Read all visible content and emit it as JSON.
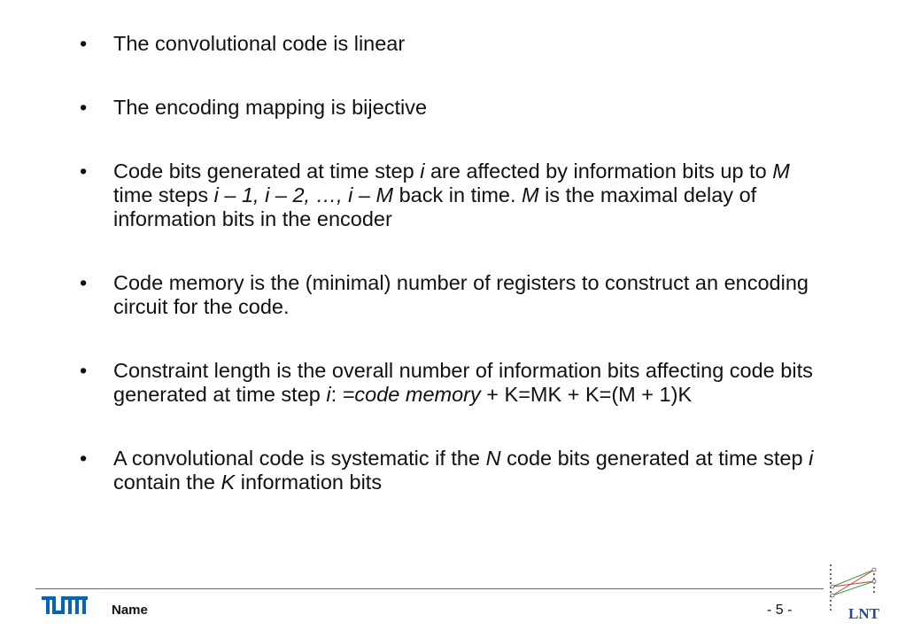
{
  "bullets": [
    {
      "id": "b1",
      "parts": [
        {
          "t": "The convolutional code is linear"
        }
      ]
    },
    {
      "id": "b2",
      "parts": [
        {
          "t": "The encoding mapping is bijective"
        }
      ]
    },
    {
      "id": "b3",
      "parts": [
        {
          "t": "Code bits generated at time step "
        },
        {
          "t": "i",
          "i": true
        },
        {
          "t": " are affected by information bits up to "
        },
        {
          "t": "M",
          "i": true
        },
        {
          "t": " time steps "
        },
        {
          "t": "i – 1, i – 2, …, i – M",
          "i": true
        },
        {
          "t": " back in time. "
        },
        {
          "t": "M",
          "i": true
        },
        {
          "t": " is the maximal delay of information bits in the encoder"
        }
      ]
    },
    {
      "id": "b4",
      "parts": [
        {
          "t": "Code memory is the (minimal) number of registers to construct an encoding circuit for the code."
        }
      ]
    },
    {
      "id": "b5",
      "parts": [
        {
          "t": "Constraint length is the overall number of information bits affecting code bits generated at time step "
        },
        {
          "t": "i",
          "i": true
        },
        {
          "t": ": "
        },
        {
          "t": "=code memory",
          "i": true
        },
        {
          "t": " + K=MK + K=(M + 1)K"
        }
      ]
    },
    {
      "id": "b6",
      "parts": [
        {
          "t": "A convolutional code is systematic if the "
        },
        {
          "t": "N",
          "i": true
        },
        {
          "t": " code bits generated at time step "
        },
        {
          "t": "i",
          "i": true
        },
        {
          "t": " contain the "
        },
        {
          "t": "K",
          "i": true
        },
        {
          "t": " information bits"
        }
      ]
    }
  ],
  "footer": {
    "name": "Name",
    "page": "- 5 -",
    "lnt_label": "LNT",
    "tum_logo_label": "TUM"
  },
  "colors": {
    "text": "#111111",
    "tum_blue": "#0065bd",
    "lnt_blue": "#2b4a8a",
    "lnt_red": "#e0303a",
    "lnt_green": "#2ea84a"
  }
}
